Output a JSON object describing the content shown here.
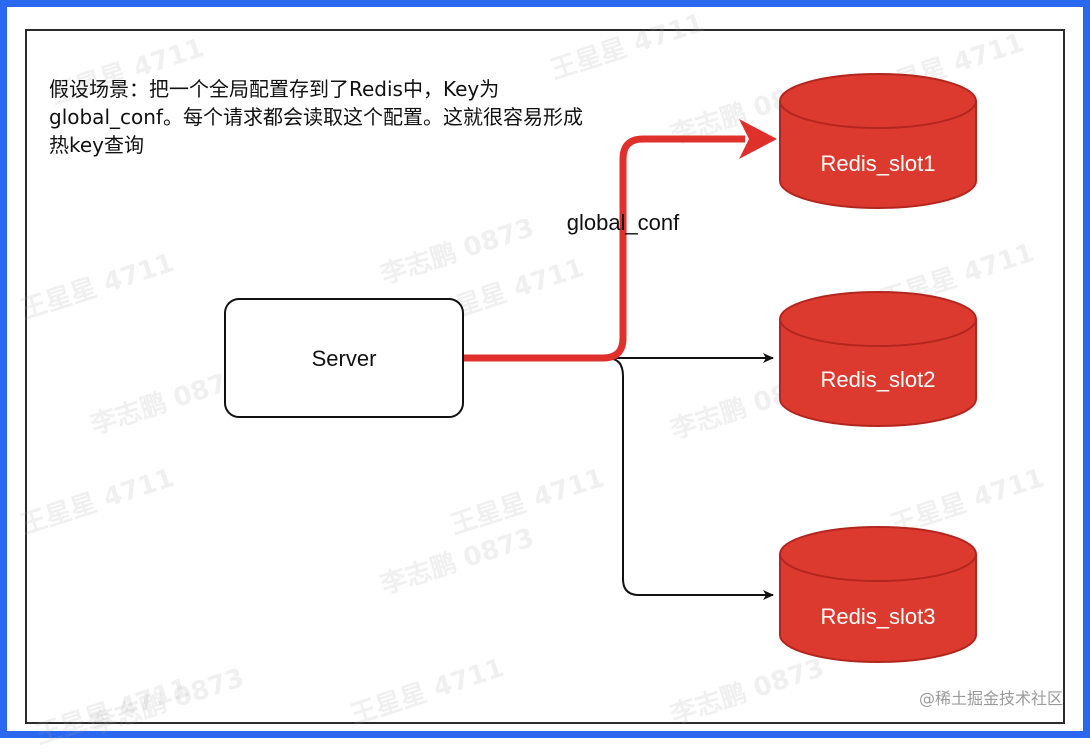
{
  "scenario_text": "假设场景：把一个全局配置存到了Redis中，Key为global_conf。每个请求都会读取这个配置。这就很容易形成热key查询",
  "server": {
    "label": "Server"
  },
  "hot_key": {
    "label": "global_conf"
  },
  "nodes": [
    {
      "label": "Redis_slot1"
    },
    {
      "label": "Redis_slot2"
    },
    {
      "label": "Redis_slot3"
    }
  ],
  "watermarks": {
    "a": "王星星 4711",
    "b": "李志鹏 0873"
  },
  "site_credit": "@稀土掘金技术社区",
  "colors": {
    "frame": "#2a68f0",
    "hot_path": "#e0302b",
    "redis_fill": "#dd3a2f",
    "redis_stroke": "#b3261e",
    "edge": "#111111"
  }
}
